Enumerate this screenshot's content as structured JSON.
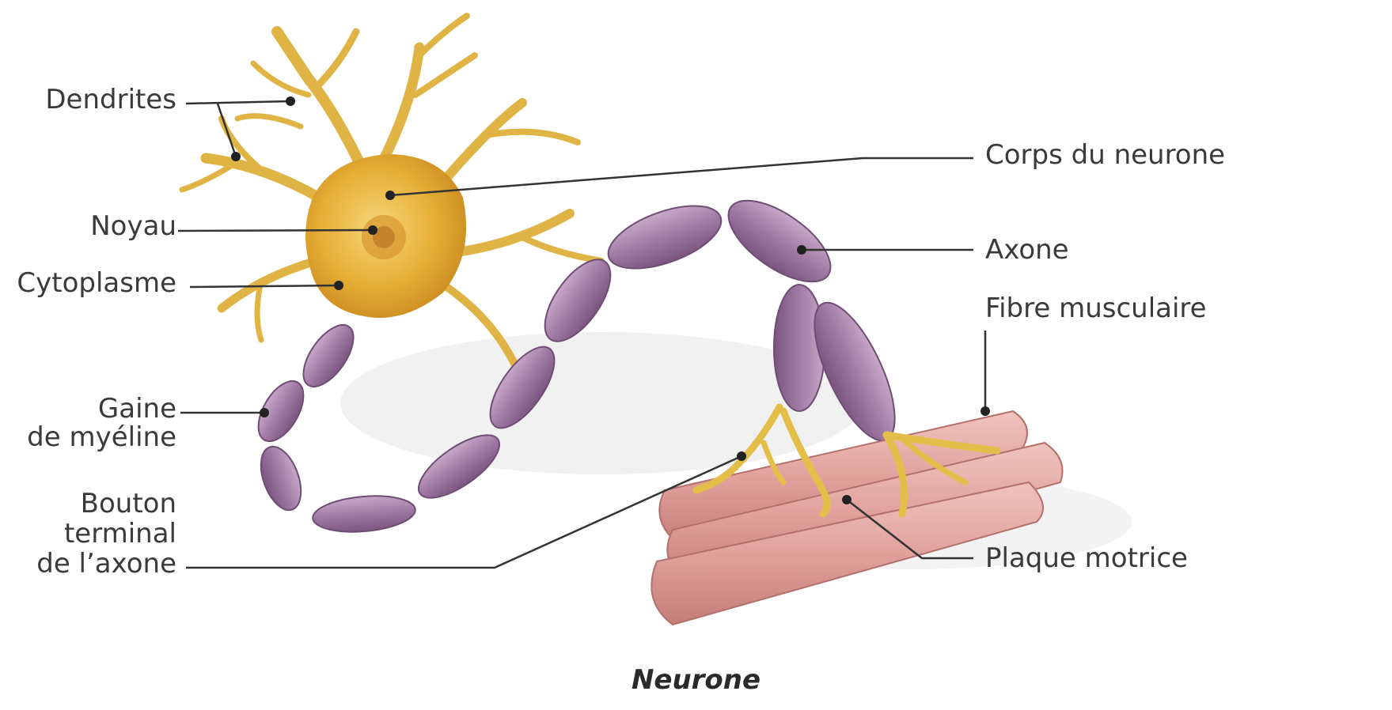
{
  "title": "Neurone",
  "labels": {
    "dendrites": "Dendrites",
    "noyau": "Noyau",
    "cytoplasme": "Cytoplasme",
    "gaine_1": "Gaine",
    "gaine_2": "de myéline",
    "bouton_1": "Bouton",
    "bouton_2": "terminal",
    "bouton_3": "de l’axone",
    "corps": "Corps du neurone",
    "axone": "Axone",
    "fibre": "Fibre musculaire",
    "plaque": "Plaque motrice"
  },
  "colors": {
    "cell_body": "#e9b53b",
    "dendrite": "#e2b746",
    "myelin": "#a784a8",
    "muscle": "#e2a7a3",
    "leader": "#333333"
  }
}
